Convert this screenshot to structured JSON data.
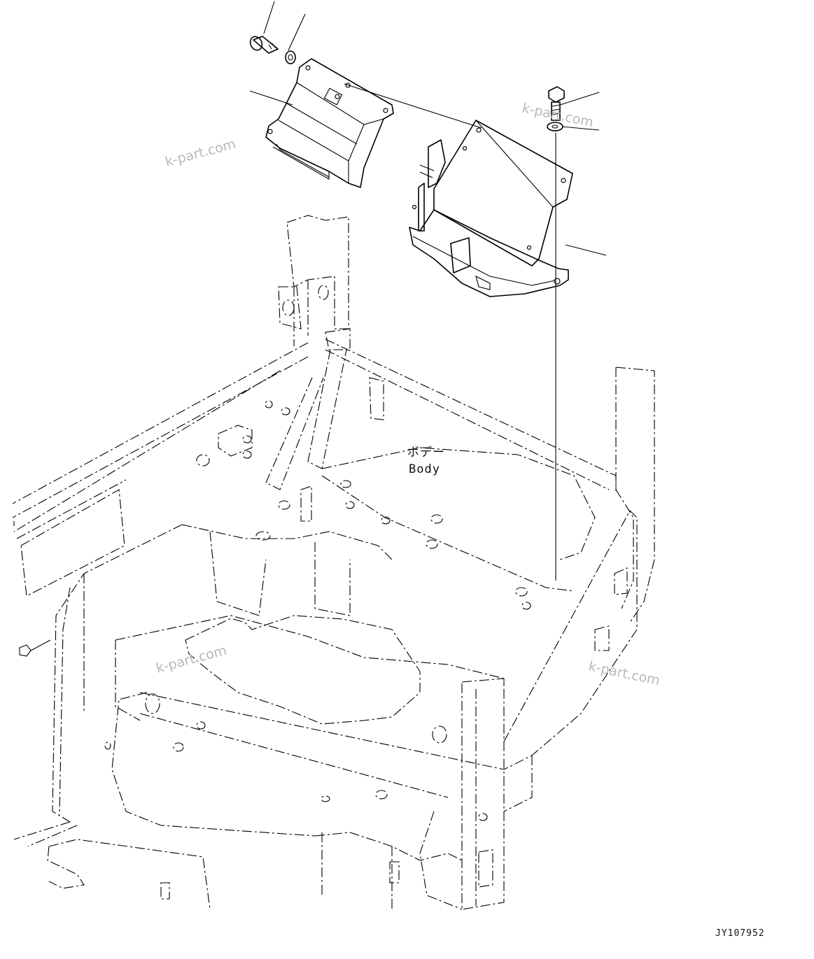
{
  "diagram": {
    "body_label_jp": "ボデー",
    "body_label_en": "Body",
    "drawing_code": "JY107952",
    "watermarks": [
      "k-part.com",
      "k-part.com",
      "k-part.com",
      "k-part.com"
    ]
  }
}
